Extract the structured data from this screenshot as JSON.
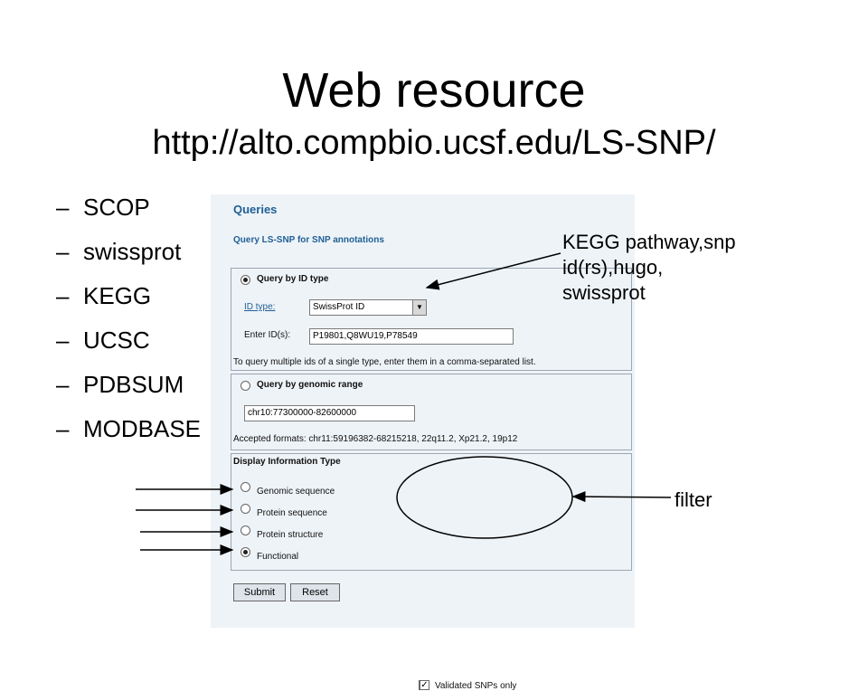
{
  "slide": {
    "title": "Web resource",
    "url": "http://alto.compbio.ucsf.edu/LS-SNP/",
    "bullets": [
      {
        "dash": "–",
        "label": "SCOP"
      },
      {
        "dash": "–",
        "label": "swissprot"
      },
      {
        "dash": "–",
        "label": "KEGG"
      },
      {
        "dash": "–",
        "label": "UCSC"
      },
      {
        "dash": "–",
        "label": "PDBSUM"
      },
      {
        "dash": "–",
        "label": "MODBASE"
      }
    ]
  },
  "panel": {
    "title": "Queries",
    "subtitle": "Query LS-SNP for SNP annotations",
    "id_query": {
      "radio_label": "Query by ID type",
      "selected": true,
      "id_type_label": "ID type:",
      "id_type_value": "SwissProt ID",
      "enter_ids_label": "Enter ID(s):",
      "enter_ids_value": "P19801,Q8WU19,P78549",
      "hint": "To query multiple ids of a single type, enter them in a comma-separated list."
    },
    "range_query": {
      "radio_label": "Query by genomic range",
      "selected": false,
      "value": "chr10:77300000-82600000",
      "formats": "Accepted formats: chr11:59196382-68215218, 22q11.2, Xp21.2, 19p12"
    },
    "display": {
      "heading": "Display Information Type",
      "options": [
        {
          "label": "Genomic sequence",
          "selected": false
        },
        {
          "label": "Protein sequence",
          "selected": false
        },
        {
          "label": "Protein structure",
          "selected": false
        },
        {
          "label": "Functional",
          "selected": true
        }
      ],
      "validated_label": "Validated SNPs only",
      "validated_checked": true,
      "check_mark": "✓"
    },
    "buttons": {
      "submit": "Submit",
      "reset": "Reset"
    }
  },
  "annotations": {
    "kegg_note": [
      "KEGG pathway,snp",
      "id(rs),hugo,",
      "swissprot"
    ],
    "filter": "filter"
  },
  "icons": {
    "dropdown": "▼"
  }
}
